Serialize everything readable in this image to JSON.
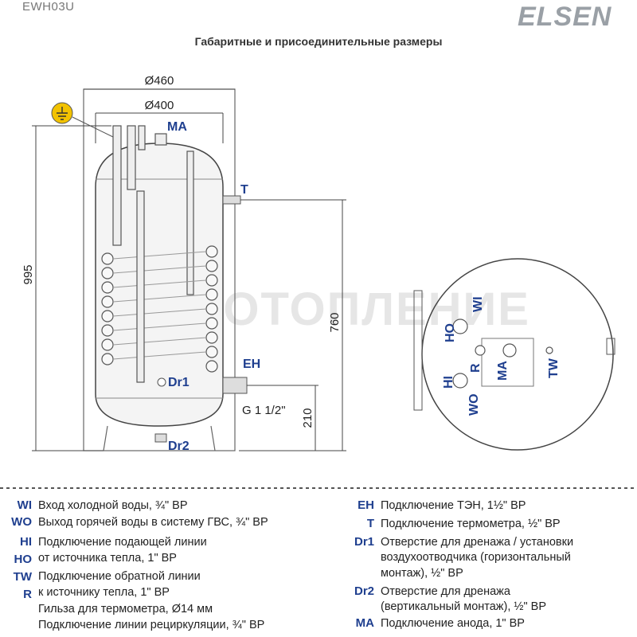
{
  "header": {
    "model": "EWH03U",
    "brand": "ELSEN",
    "title": "Габаритные и присоединительные размеры"
  },
  "watermark": "ГИП ОТОПЛЕНИЕ",
  "dimensions": {
    "outer_diameter": "Ø460",
    "inner_diameter": "Ø400",
    "height": "995",
    "thermometer_height": "760",
    "heater_height": "210",
    "heater_thread": "G 1 1/2\""
  },
  "labels": {
    "ma": "MA",
    "t": "T",
    "eh": "EH",
    "dr1": "Dr1",
    "dr2": "Dr2",
    "top_wi": "WI",
    "top_ho": "HO",
    "top_hi": "HI",
    "top_r": "R",
    "top_ma": "MA",
    "top_wo": "WO",
    "top_tw": "TW"
  },
  "legend_left": [
    {
      "code": "WI",
      "text": "Вход холодной воды, ¾\" ВР"
    },
    {
      "code": "WO",
      "text": "Выход горячей воды в систему ГВС, ¾\" ВР"
    },
    {
      "code": "HI",
      "text": "Подключение подающей линии"
    },
    {
      "code": "HO",
      "text": "от источника тепла, 1\" ВР"
    },
    {
      "code": "TW",
      "text": "Подключение обратной линии"
    },
    {
      "code": "R",
      "text": "к источнику тепла, 1\" ВР"
    },
    {
      "code": "",
      "text": "Гильза для термометра, Ø14 мм"
    },
    {
      "code": "",
      "text": "Подключение линии рециркуляции, ¾\" ВР"
    }
  ],
  "legend_right": [
    {
      "code": "EH",
      "text": "Подключение ТЭН, 1½\" ВР"
    },
    {
      "code": "T",
      "text": "Подключение термометра, ½\" ВР"
    },
    {
      "code": "Dr1",
      "text": "Отверстие для дренажа / установки"
    },
    {
      "code": "",
      "text": "воздухоотводчика (горизонтальный"
    },
    {
      "code": "",
      "text": "монтаж), ½\" ВР"
    },
    {
      "code": "Dr2",
      "text": "Отверстие для дренажа"
    },
    {
      "code": "",
      "text": "(вертикальный монтаж), ½\" ВР"
    },
    {
      "code": "MA",
      "text": "Подключение анода, 1\" ВР"
    }
  ],
  "colors": {
    "label_blue": "#1f3f8f",
    "ground_symbol": "#f2c200",
    "tank_fill": "#f4f4f4"
  }
}
